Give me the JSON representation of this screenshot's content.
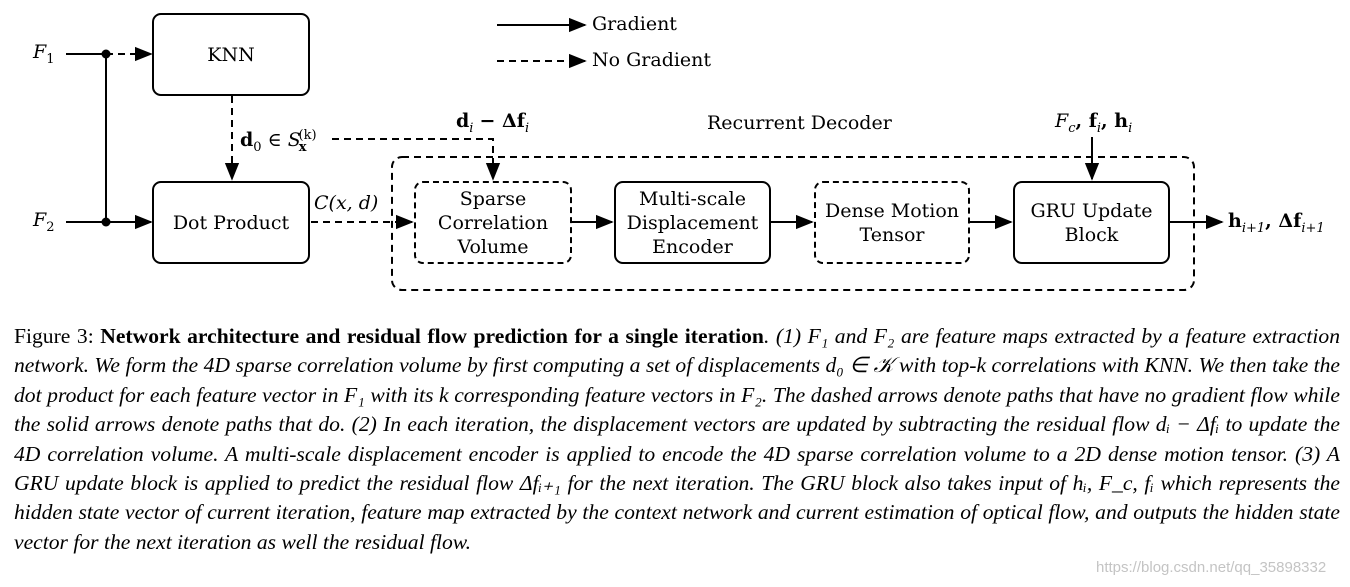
{
  "legend": {
    "gradient": "Gradient",
    "no_gradient": "No Gradient"
  },
  "inputs": {
    "f1_base": "F",
    "f1_sub": "1",
    "f2_base": "F",
    "f2_sub": "2"
  },
  "boxes": {
    "knn": "KNN",
    "dot_product": "Dot Product",
    "sparse_corr": [
      "Sparse",
      "Correlation",
      "Volume"
    ],
    "msde": [
      "Multi-scale",
      "Displacement",
      "Encoder"
    ],
    "dense_motion": [
      "Dense Motion",
      "Tensor"
    ],
    "gru": [
      "GRU Update",
      "Block"
    ]
  },
  "labels": {
    "recurrent_decoder": "Recurrent Decoder",
    "cxd": "C(x, d)",
    "d0_main": "d",
    "d0_sub": "0",
    "d0_in": "∈ S",
    "d0_s_sub": "x",
    "d0_s_sup": "(k)",
    "residual_d": "d",
    "residual_i": "i",
    "residual_op": "− Δf",
    "residual_fi": "i",
    "context_inputs": "F",
    "context_c": "c",
    "context_rest": ", f",
    "context_i1": "i",
    "context_h": ", h",
    "context_i2": "i",
    "output_h": "h",
    "output_hsub": "i+1",
    "output_df": ", Δf",
    "output_dfsub": "i+1"
  },
  "caption": {
    "lead": "Figure 3: ",
    "title": "Network architecture and residual flow prediction for a single iteration",
    "body": ". (1) F₁ and F₂ are feature maps extracted by a feature extraction network. We form the 4D sparse correlation volume by first computing a set of displacements d₀ ∈ 𝒦 with top-k correlations with KNN. We then take the dot product for each feature vector in F₁ with its k corresponding feature vectors in F₂. The dashed arrows denote paths that have no gradient flow while the solid arrows denote paths that do. (2) In each iteration, the displacement vectors are updated by subtracting the residual flow dᵢ − Δfᵢ to update the 4D correlation volume. A multi-scale displacement encoder is applied to encode the 4D sparse correlation volume to a 2D dense motion tensor. (3) A GRU update block is applied to predict the residual flow Δfᵢ₊₁ for the next iteration. The GRU block also takes input of hᵢ, F_c, fᵢ which represents the hidden state vector of current iteration, feature map extracted by the context network and current estimation of optical flow, and outputs the hidden state vector for the next iteration as well the residual flow."
  },
  "watermark": "https://blog.csdn.net/qq_35898332"
}
